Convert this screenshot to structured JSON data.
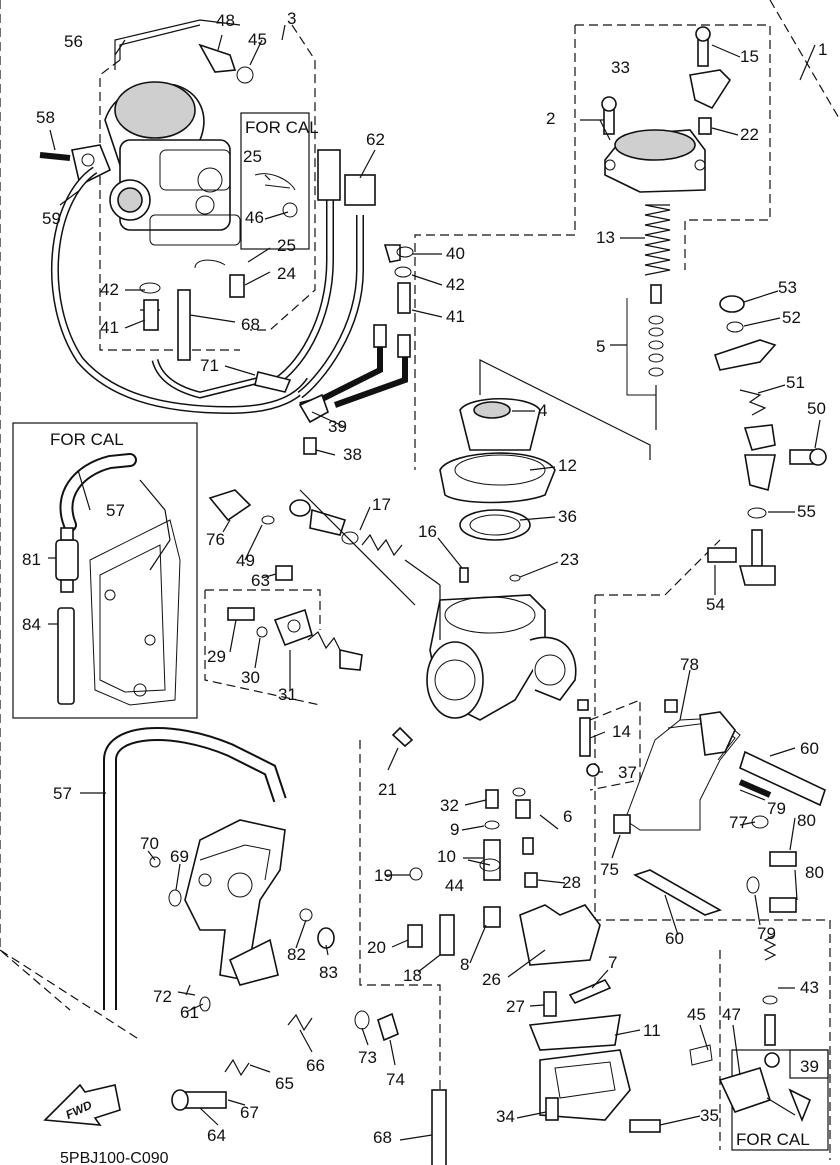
{
  "diagram": {
    "drawing_code": "5PBJ100-C090",
    "direction_badge": "FWD",
    "notes": [
      "FOR CAL",
      "FOR CAL",
      "FOR CAL",
      "FOR CAL"
    ],
    "callouts": [
      "1",
      "2",
      "3",
      "4",
      "5",
      "6",
      "7",
      "8",
      "9",
      "10",
      "11",
      "12",
      "13",
      "14",
      "15",
      "16",
      "17",
      "18",
      "19",
      "20",
      "21",
      "22",
      "23",
      "24",
      "25",
      "25",
      "26",
      "27",
      "28",
      "29",
      "30",
      "31",
      "32",
      "33",
      "34",
      "35",
      "36",
      "37",
      "38",
      "39",
      "39",
      "40",
      "41",
      "41",
      "42",
      "42",
      "43",
      "44",
      "45",
      "45",
      "46",
      "47",
      "48",
      "49",
      "50",
      "51",
      "52",
      "53",
      "54",
      "55",
      "56",
      "57",
      "57",
      "58",
      "59",
      "60",
      "60",
      "61",
      "62",
      "63",
      "64",
      "65",
      "66",
      "67",
      "68",
      "68",
      "69",
      "70",
      "71",
      "72",
      "73",
      "74",
      "75",
      "76",
      "77",
      "78",
      "79",
      "79",
      "80",
      "80",
      "81",
      "82",
      "83",
      "84"
    ]
  }
}
